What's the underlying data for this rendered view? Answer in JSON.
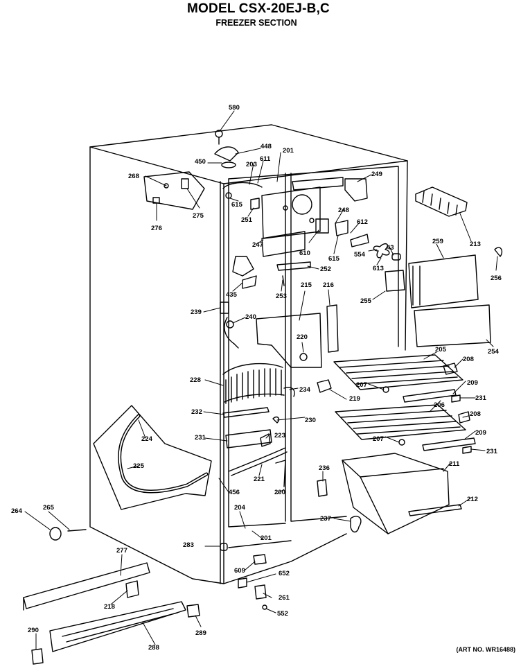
{
  "header": {
    "model": "MODEL CSX-20EJ-B,C",
    "section": "FREEZER SECTION"
  },
  "footer": {
    "art_no": "(ART NO. WR16488)"
  },
  "parts": [
    {
      "id": "p580",
      "label": "580"
    },
    {
      "id": "p448",
      "label": "448"
    },
    {
      "id": "p450",
      "label": "450"
    },
    {
      "id": "p201a",
      "label": "201"
    },
    {
      "id": "p611",
      "label": "611"
    },
    {
      "id": "p203",
      "label": "203"
    },
    {
      "id": "p268",
      "label": "268"
    },
    {
      "id": "p615a",
      "label": "615"
    },
    {
      "id": "p251",
      "label": "251"
    },
    {
      "id": "p276",
      "label": "276"
    },
    {
      "id": "p275",
      "label": "275"
    },
    {
      "id": "p249",
      "label": "249"
    },
    {
      "id": "p248",
      "label": "248"
    },
    {
      "id": "p612",
      "label": "612"
    },
    {
      "id": "p213",
      "label": "213"
    },
    {
      "id": "p247",
      "label": "247"
    },
    {
      "id": "p610",
      "label": "610"
    },
    {
      "id": "p615b",
      "label": "615"
    },
    {
      "id": "p554",
      "label": "554"
    },
    {
      "id": "p613",
      "label": "613"
    },
    {
      "id": "p43",
      "label": "43"
    },
    {
      "id": "p259",
      "label": "259"
    },
    {
      "id": "p256",
      "label": "256"
    },
    {
      "id": "p252",
      "label": "252"
    },
    {
      "id": "p435",
      "label": "435"
    },
    {
      "id": "p253",
      "label": "253"
    },
    {
      "id": "p215",
      "label": "215"
    },
    {
      "id": "p216",
      "label": "216"
    },
    {
      "id": "p255",
      "label": "255"
    },
    {
      "id": "p239",
      "label": "239"
    },
    {
      "id": "p240",
      "label": "240"
    },
    {
      "id": "p220",
      "label": "220"
    },
    {
      "id": "p254",
      "label": "254"
    },
    {
      "id": "p205",
      "label": "205"
    },
    {
      "id": "p208a",
      "label": "208"
    },
    {
      "id": "p228",
      "label": "228"
    },
    {
      "id": "p234",
      "label": "234"
    },
    {
      "id": "p207a",
      "label": "207"
    },
    {
      "id": "p209a",
      "label": "209"
    },
    {
      "id": "p219",
      "label": "219"
    },
    {
      "id": "p231a",
      "label": "231"
    },
    {
      "id": "p232",
      "label": "232"
    },
    {
      "id": "p206",
      "label": "206"
    },
    {
      "id": "p208b",
      "label": "208"
    },
    {
      "id": "p230",
      "label": "230"
    },
    {
      "id": "p224",
      "label": "224"
    },
    {
      "id": "p231b",
      "label": "231"
    },
    {
      "id": "p223",
      "label": "223"
    },
    {
      "id": "p209b",
      "label": "209"
    },
    {
      "id": "p207b",
      "label": "207"
    },
    {
      "id": "p231c",
      "label": "231"
    },
    {
      "id": "p225",
      "label": "225"
    },
    {
      "id": "p221",
      "label": "221"
    },
    {
      "id": "p236",
      "label": "236"
    },
    {
      "id": "p211",
      "label": "211"
    },
    {
      "id": "p456",
      "label": "456"
    },
    {
      "id": "p200",
      "label": "200"
    },
    {
      "id": "p212",
      "label": "212"
    },
    {
      "id": "p264",
      "label": "264"
    },
    {
      "id": "p265",
      "label": "265"
    },
    {
      "id": "p204",
      "label": "204"
    },
    {
      "id": "p237",
      "label": "237"
    },
    {
      "id": "p201b",
      "label": "201"
    },
    {
      "id": "p283",
      "label": "283"
    },
    {
      "id": "p277",
      "label": "277"
    },
    {
      "id": "p609",
      "label": "609"
    },
    {
      "id": "p652",
      "label": "652"
    },
    {
      "id": "p218",
      "label": "218"
    },
    {
      "id": "p261",
      "label": "261"
    },
    {
      "id": "p552",
      "label": "552"
    },
    {
      "id": "p289",
      "label": "289"
    },
    {
      "id": "p290",
      "label": "290"
    },
    {
      "id": "p288",
      "label": "288"
    }
  ]
}
